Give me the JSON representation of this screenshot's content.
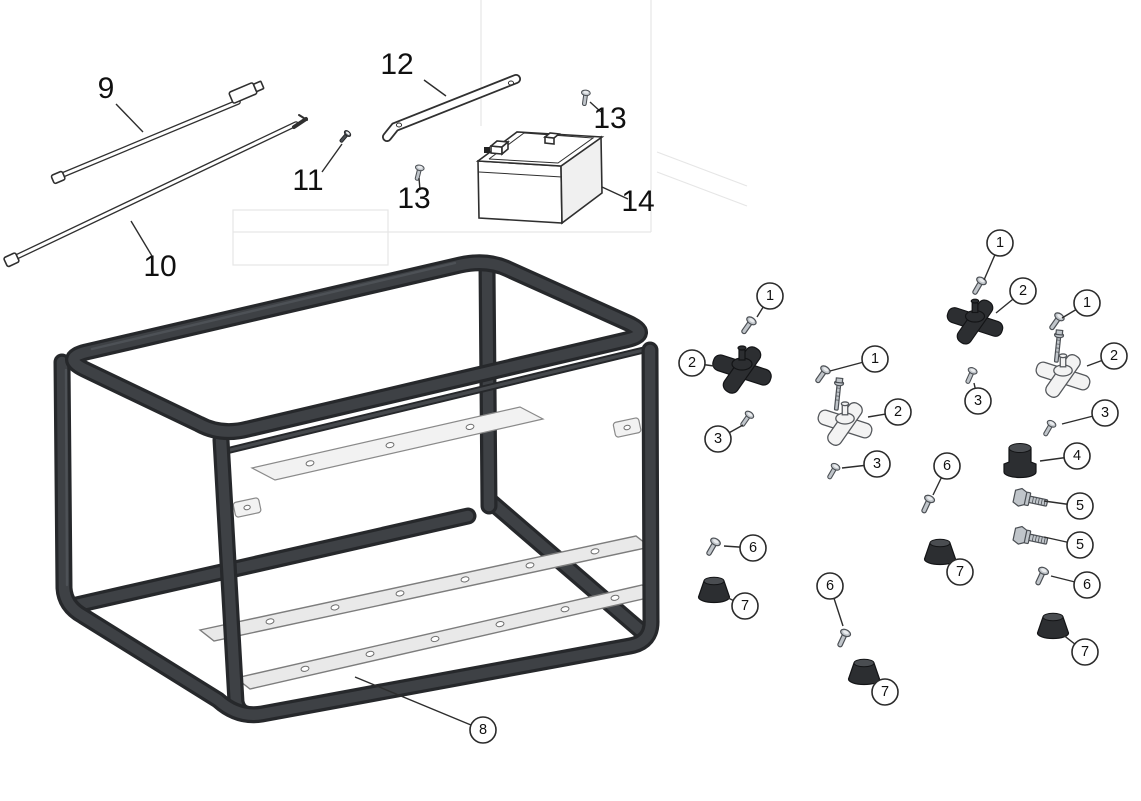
{
  "diagram": {
    "type": "exploded-parts-diagram",
    "subject": "generator-frame-assembly",
    "colors": {
      "background": "#ffffff",
      "frame_tube": "#3e4145",
      "frame_outline": "#26282b",
      "rubber_part": "#2c2e31",
      "hardware": "#c0c5ca",
      "label_text": "#101010",
      "callout_stroke": "#2b2b2b"
    },
    "plain_labels": [
      {
        "text": "9"
      },
      {
        "text": "12"
      },
      {
        "text": "13"
      },
      {
        "text": "11"
      },
      {
        "text": "13"
      },
      {
        "text": "14"
      },
      {
        "text": "10"
      }
    ],
    "callouts": [
      {
        "number": "1"
      },
      {
        "number": "2"
      },
      {
        "number": "1"
      },
      {
        "number": "1"
      },
      {
        "number": "2"
      },
      {
        "number": "1"
      },
      {
        "number": "2"
      },
      {
        "number": "3"
      },
      {
        "number": "2"
      },
      {
        "number": "3"
      },
      {
        "number": "3"
      },
      {
        "number": "3"
      },
      {
        "number": "4"
      },
      {
        "number": "6"
      },
      {
        "number": "5"
      },
      {
        "number": "5"
      },
      {
        "number": "6"
      },
      {
        "number": "7"
      },
      {
        "number": "6"
      },
      {
        "number": "7"
      },
      {
        "number": "6"
      },
      {
        "number": "7"
      },
      {
        "number": "7"
      },
      {
        "number": "8"
      }
    ]
  }
}
